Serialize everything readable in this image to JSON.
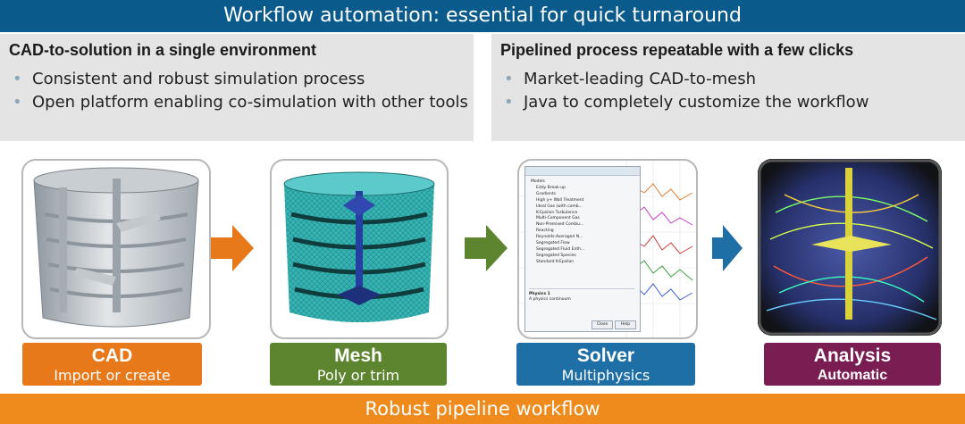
{
  "title": "Workflow automation: essential for quick turnaround",
  "left_panel": {
    "heading": "CAD-to-solution  in a single environment",
    "bullets": [
      "Consistent and robust simulation process",
      "Open platform enabling co-simulation with other tools"
    ]
  },
  "right_panel": {
    "heading": "Pipelined process repeatable with a few clicks",
    "bullets": [
      "Market-leading CAD-to-mesh",
      "Java to completely customize the workflow"
    ]
  },
  "steps": [
    {
      "label": "CAD",
      "sublabel": "Import or create",
      "color": "#e7791b"
    },
    {
      "label": "Mesh",
      "sublabel": "Poly or trim",
      "color": "#5d8530"
    },
    {
      "label": "Solver",
      "sublabel": "Multiphysics",
      "color": "#1e6fa5"
    },
    {
      "label": "Analysis",
      "sublabel": "Automatic",
      "color": "#7a1d52"
    }
  ],
  "arrows": [
    {
      "icon": "right-arrow-icon",
      "color": "#e7791b"
    },
    {
      "icon": "right-arrow-icon",
      "color": "#5d8530"
    },
    {
      "icon": "right-arrow-icon",
      "color": "#1e6fa5"
    }
  ],
  "solver_dialog": {
    "tree_items": [
      "Models",
      "Eddy Break-up",
      "Gradients",
      "High y+ Wall Treatment",
      "Ideal Gas (with comb...",
      "K-Epsilon Turbulence",
      "Multi-Component Gas",
      "Non-Premixed Combu...",
      "Reacting",
      "Reynolds-Averaged N...",
      "Segregated Flow",
      "Segregated Fluid Enth...",
      "Segregated Species",
      "Standard K-Epsilon"
    ],
    "description_title": "Physics 1",
    "description_text": "A physics continuum",
    "close_label": "Close",
    "help_label": "Help"
  },
  "footer": "Robust pipeline workflow"
}
